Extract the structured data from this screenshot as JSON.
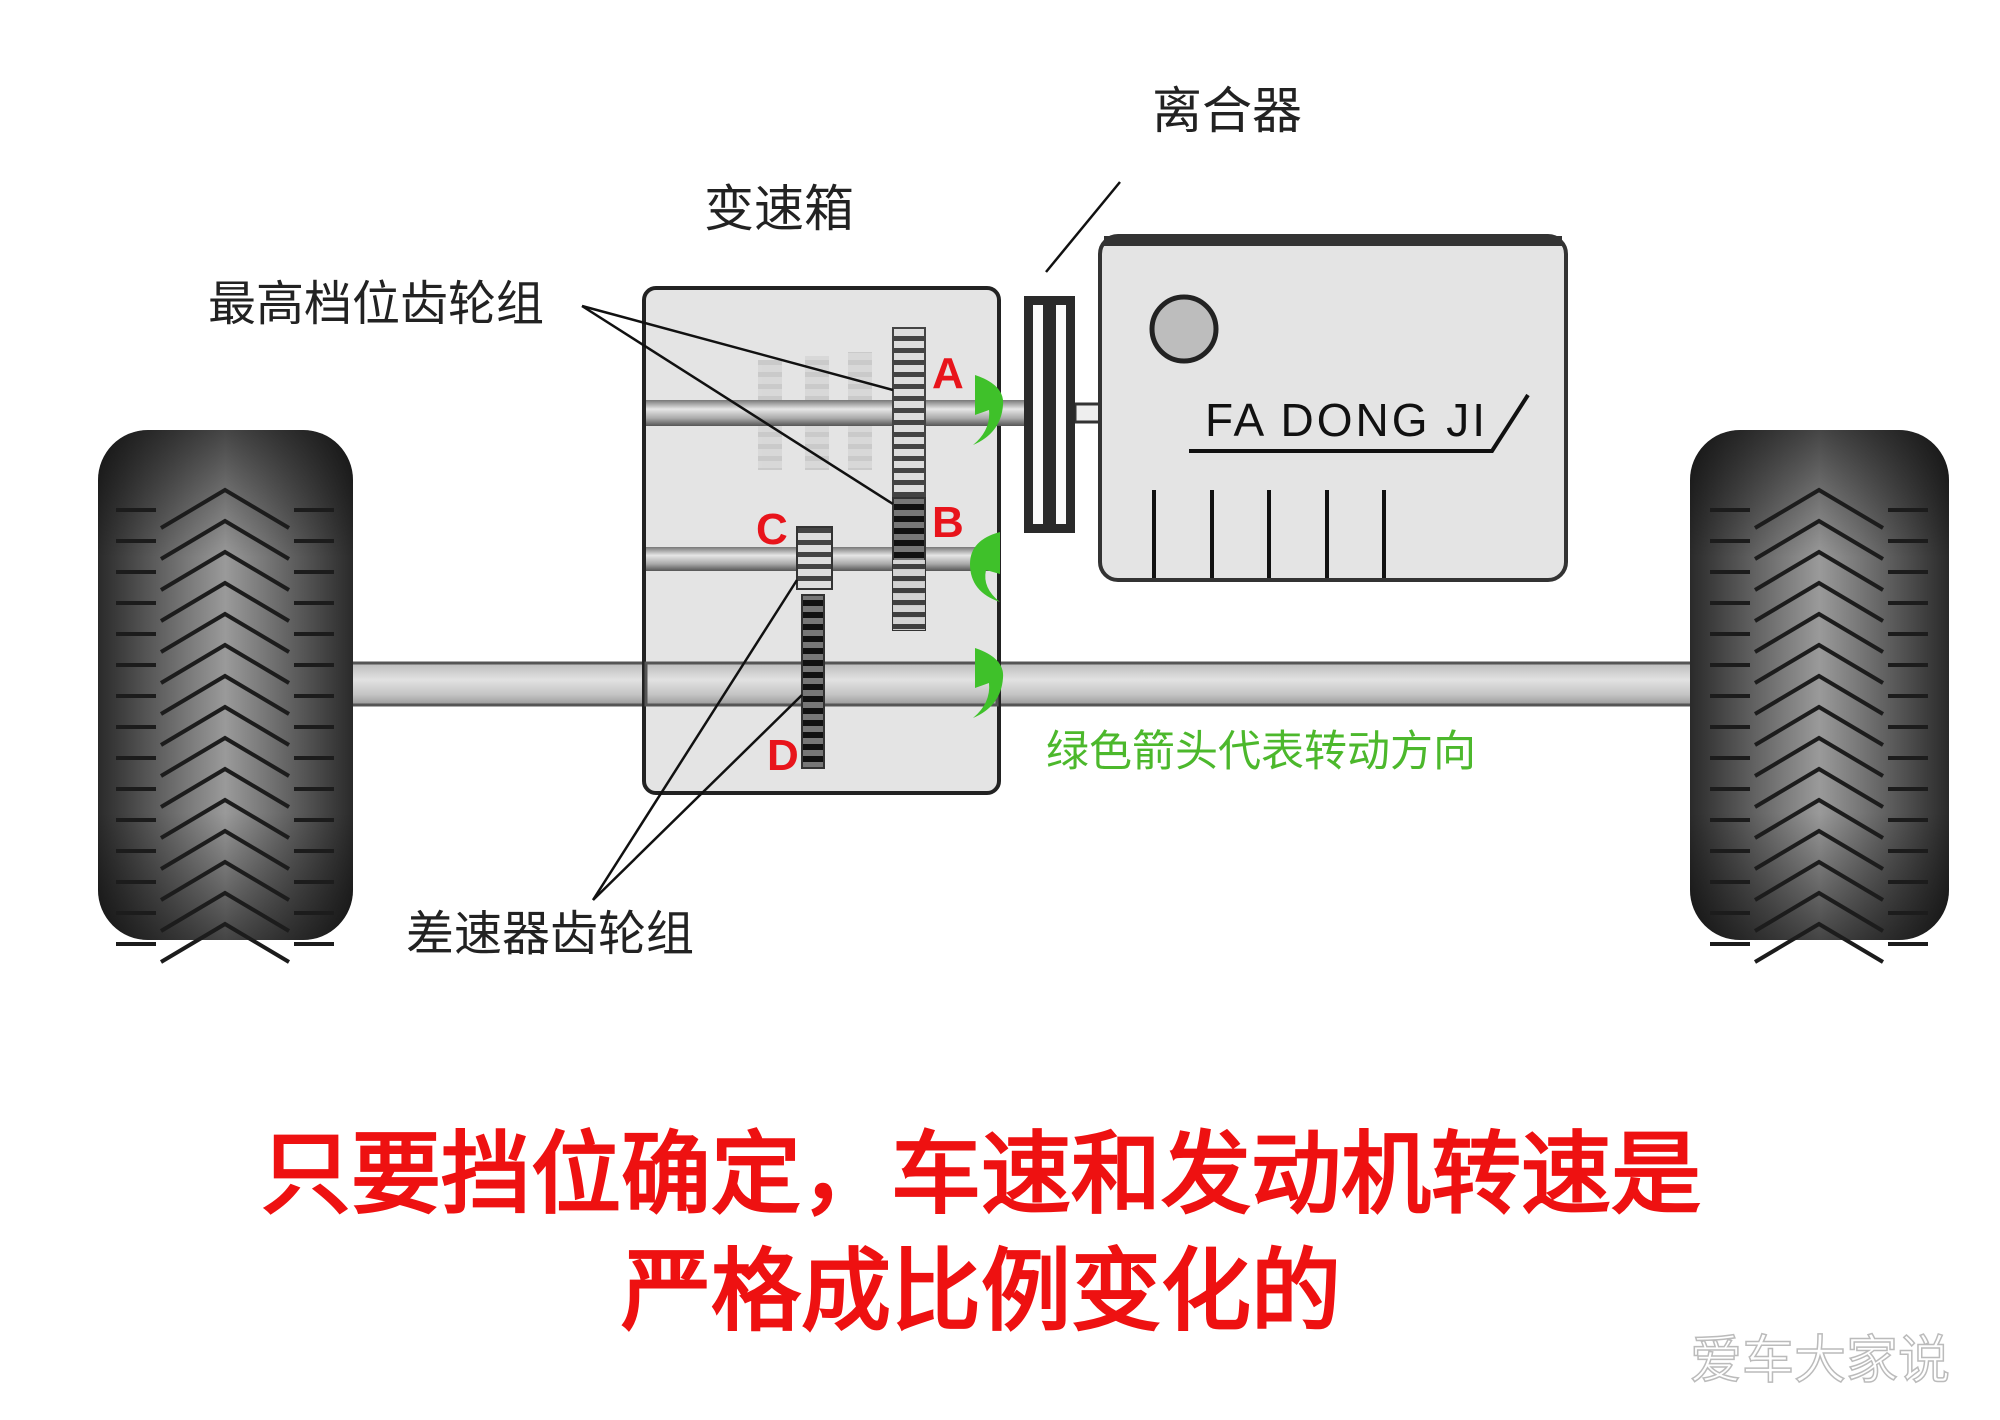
{
  "labels": {
    "clutch": "离合器",
    "gearbox": "变速箱",
    "top_gear_set": "最高档位齿轮组",
    "differential_gear_set": "差速器齿轮组",
    "engine": "FA DONG JI",
    "legend": "绿色箭头代表转动方向"
  },
  "gear_letters": [
    "A",
    "B",
    "C",
    "D"
  ],
  "caption": {
    "line1": "只要挡位确定，车速和发动机转速是",
    "line2": "严格成比例变化的"
  },
  "watermark": "爱车大家说",
  "colors": {
    "caption": "#ee1111",
    "letters": "#e8141b",
    "arrows": "#3fc12a",
    "legend": "#4cb82c",
    "housing": "#e4e4e4"
  }
}
